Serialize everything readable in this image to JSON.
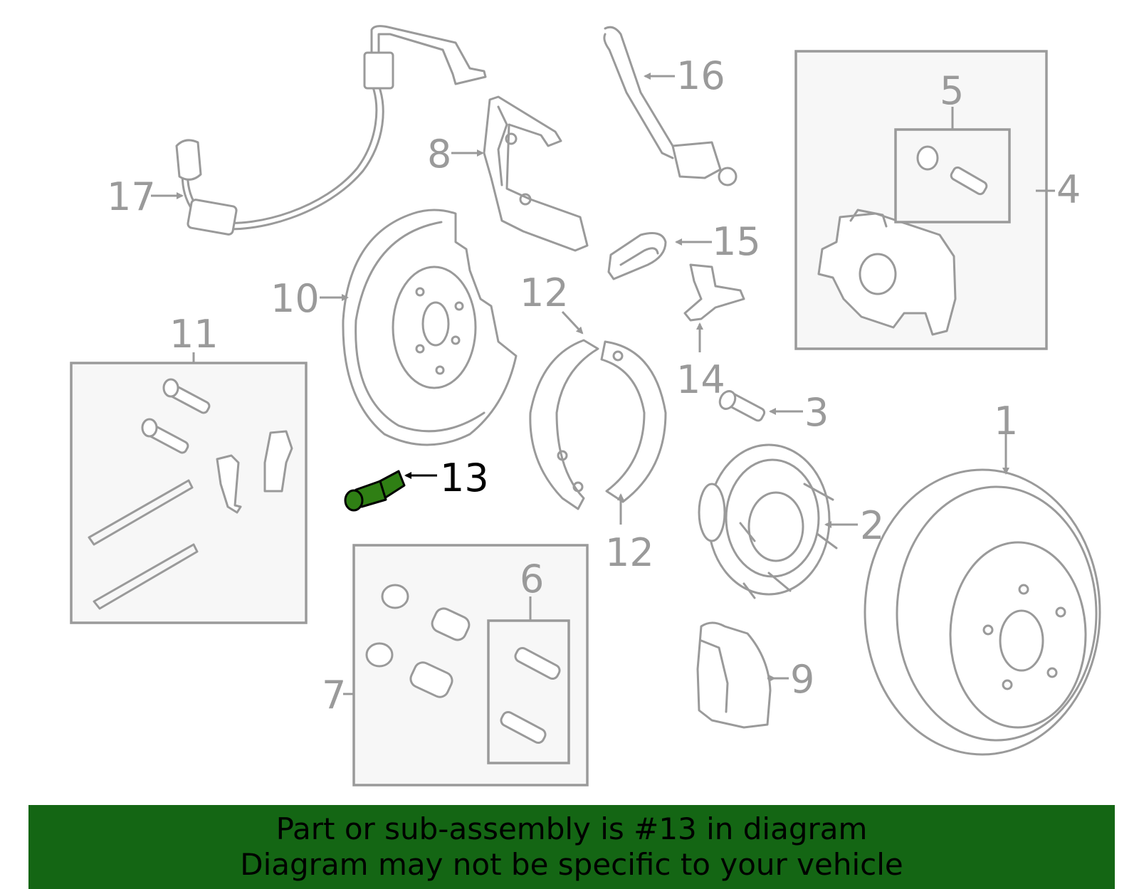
{
  "callouts": {
    "c1": "1",
    "c2": "2",
    "c3": "3",
    "c4": "4",
    "c5": "5",
    "c6": "6",
    "c7": "7",
    "c8": "8",
    "c9": "9",
    "c10": "10",
    "c11": "11",
    "c12a": "12",
    "c12b": "12",
    "c13": "13",
    "c14": "14",
    "c15": "15",
    "c16": "16",
    "c17": "17"
  },
  "highlighted_part": "13",
  "colors": {
    "line": "#9a9a9a",
    "highlight_part": "#2f7f14",
    "banner_background": "#146614",
    "banner_text": "#000000"
  },
  "banner": {
    "line1": "Part or sub-assembly is #13 in diagram",
    "line2": "Diagram may not be specific to your vehicle"
  }
}
